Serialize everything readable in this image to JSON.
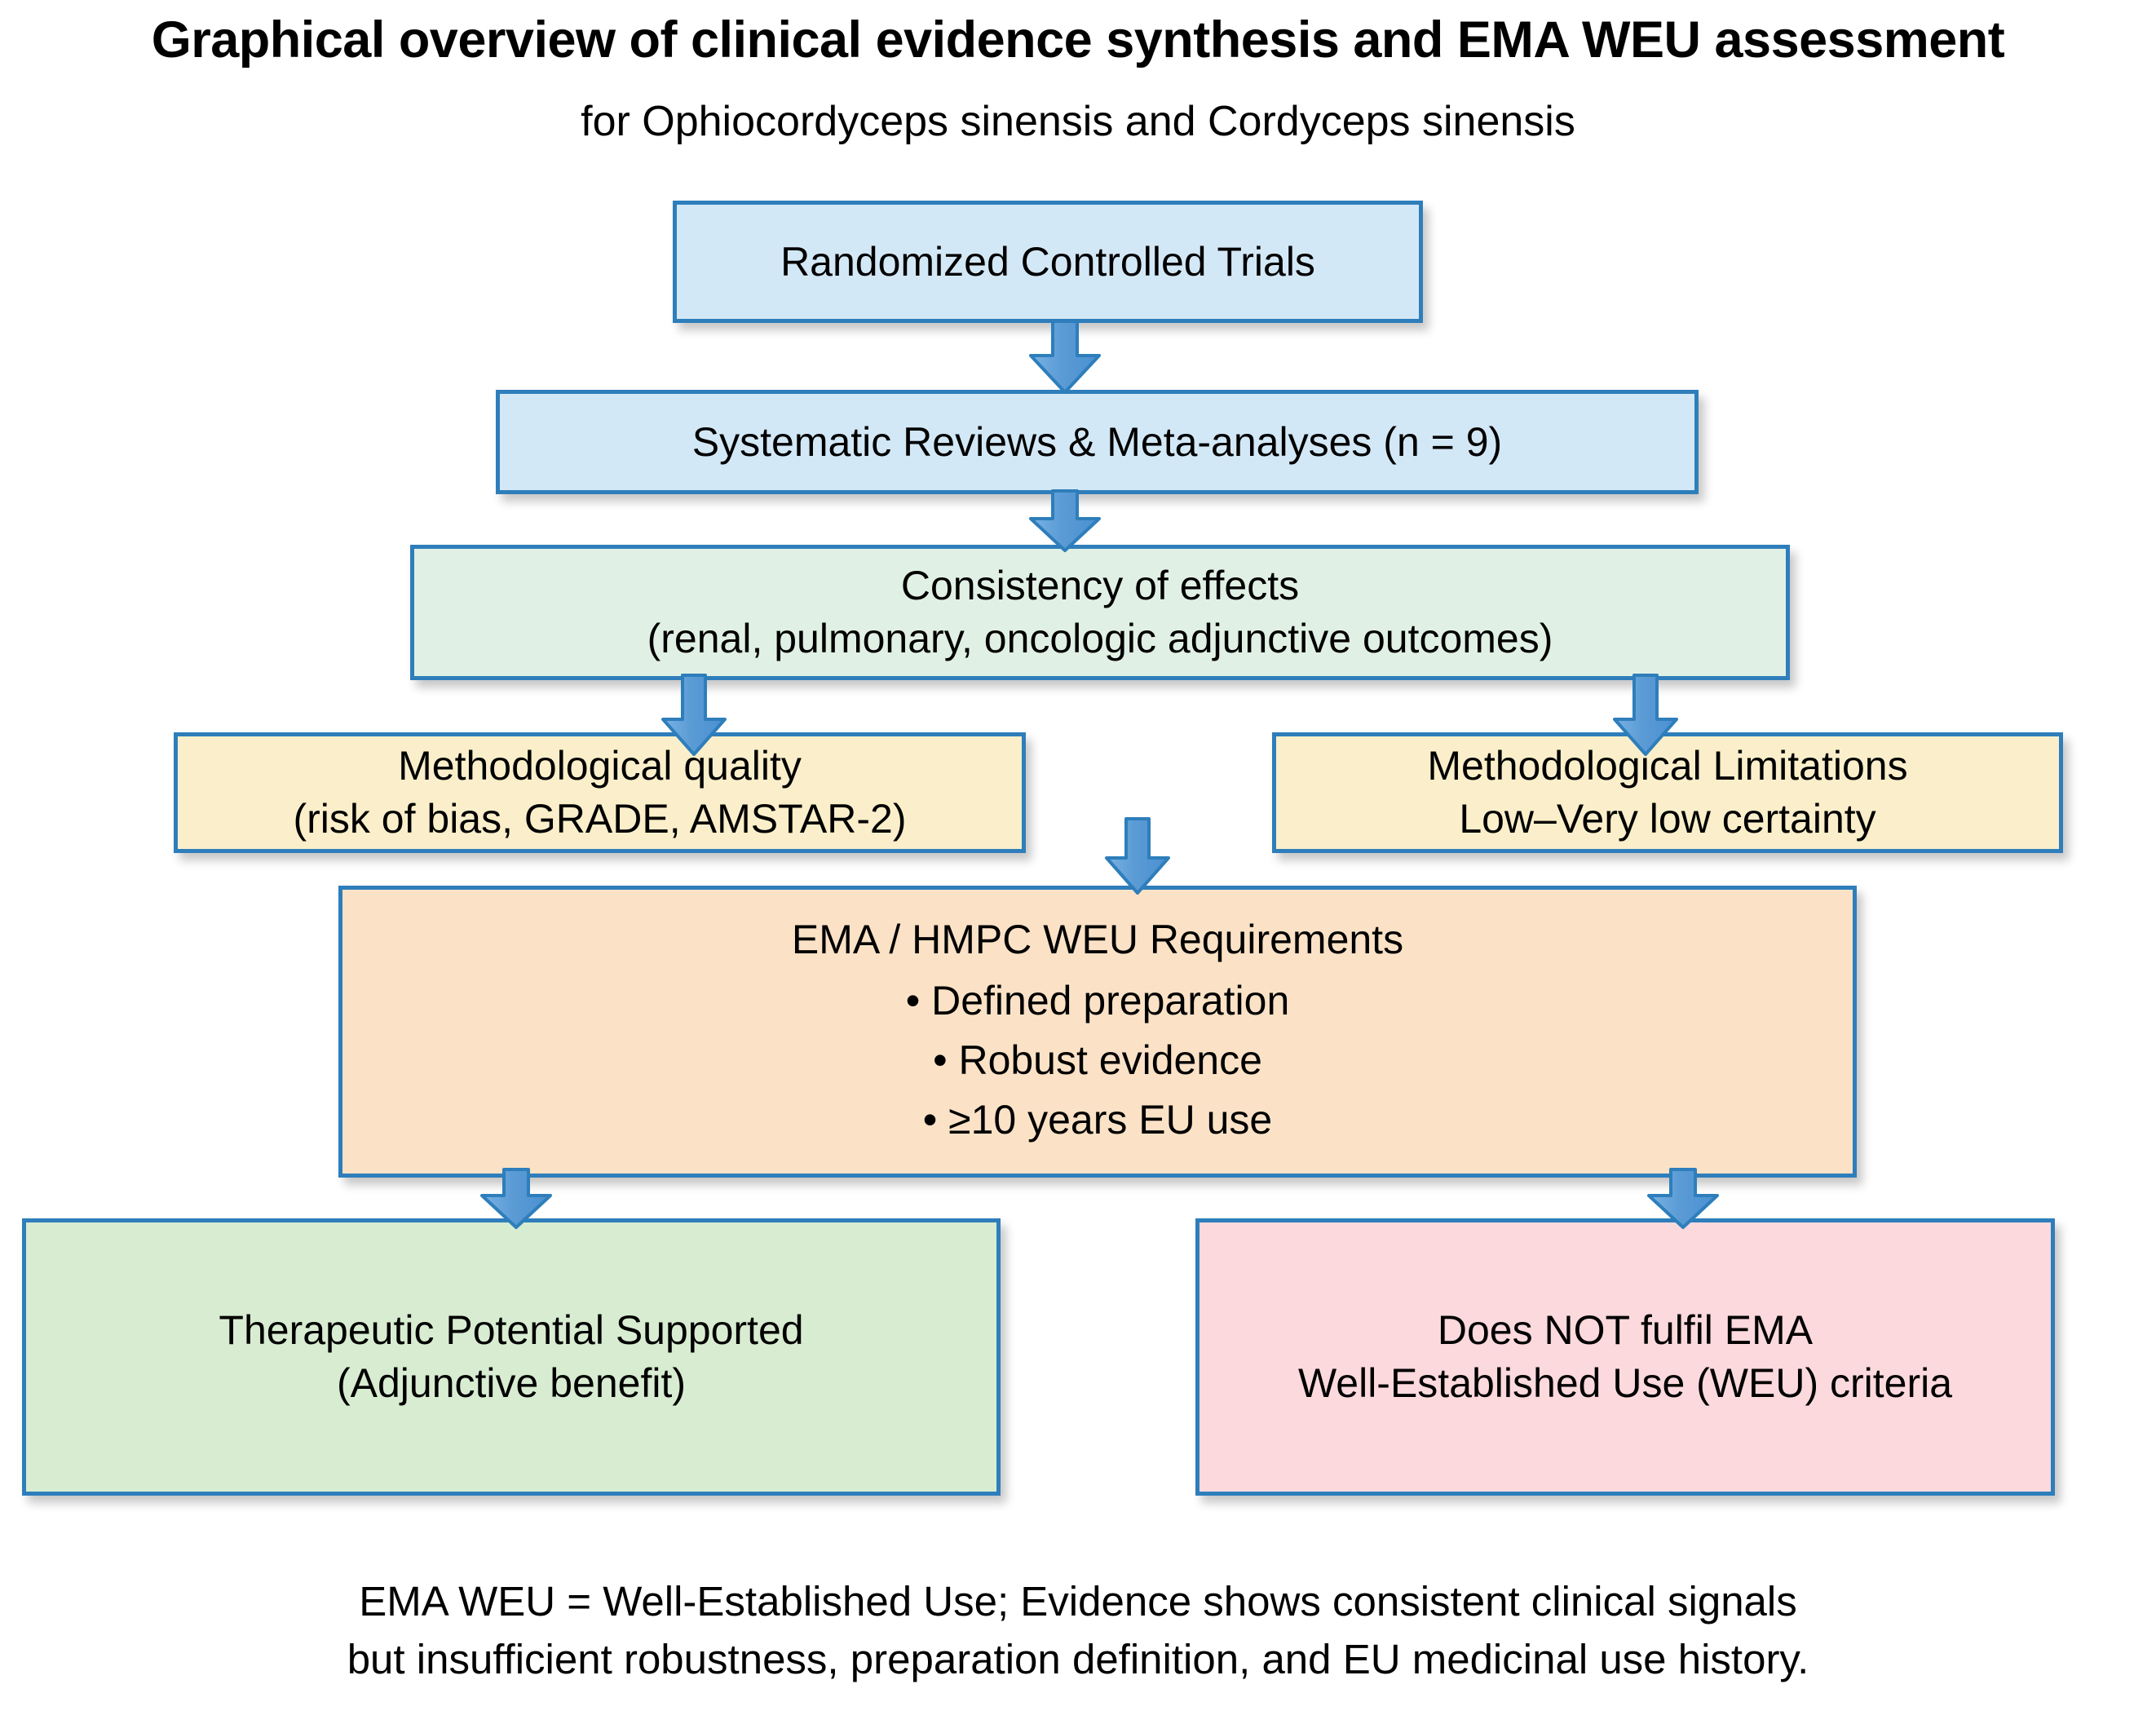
{
  "header": {
    "title": "Graphical overview of clinical evidence synthesis and EMA WEU assessment",
    "subtitle": "for Ophiocordyceps sinensis and Cordyceps sinensis"
  },
  "colors": {
    "box_border": "#2e7ebb",
    "arrow_fill": "#5b9bd5",
    "arrow_stroke": "#2e7ebb",
    "fill_blue": "#d3e8f6",
    "fill_mint": "#e1f0e4",
    "fill_cream": "#faefca",
    "fill_peach": "#fbe2c6",
    "fill_green": "#d8ecd1",
    "fill_pink": "#fbd9dd"
  },
  "nodes": {
    "rct": {
      "line1": "Randomized Controlled Trials"
    },
    "reviews": {
      "line1": "Systematic Reviews & Meta-analyses (n = 9)"
    },
    "consistency": {
      "line1": "Consistency of effects",
      "line2": "(renal, pulmonary, oncologic adjunctive outcomes)"
    },
    "quality": {
      "line1": "Methodological quality",
      "line2": "(risk of bias, GRADE, AMSTAR-2)"
    },
    "limitations": {
      "line1": "Methodological Limitations",
      "line2": "Low–Very low certainty"
    },
    "weu_requirements": {
      "line1": "EMA / HMPC WEU Requirements",
      "bullet1": "• Defined preparation",
      "bullet2": "• Robust evidence",
      "bullet3": "• ≥10 years EU use"
    },
    "supported": {
      "line1": "Therapeutic Potential Supported",
      "line2": "(Adjunctive benefit)"
    },
    "not_fulfilled": {
      "line1": "Does NOT fulfil EMA",
      "line2": "Well-Established Use (WEU) criteria"
    }
  },
  "arrows": {
    "rct_to_reviews": "down-arrow",
    "reviews_to_consistency": "down-arrow",
    "consistency_to_quality": "down-arrow",
    "consistency_to_limitations": "down-arrow",
    "consistency_to_requirements": "down-arrow",
    "requirements_to_supported": "down-arrow",
    "requirements_to_not_fulfilled": "down-arrow"
  },
  "footnote": {
    "line1": "EMA WEU = Well-Established Use; Evidence shows consistent clinical signals",
    "line2": "but insufficient robustness, preparation definition, and EU medicinal use history."
  }
}
